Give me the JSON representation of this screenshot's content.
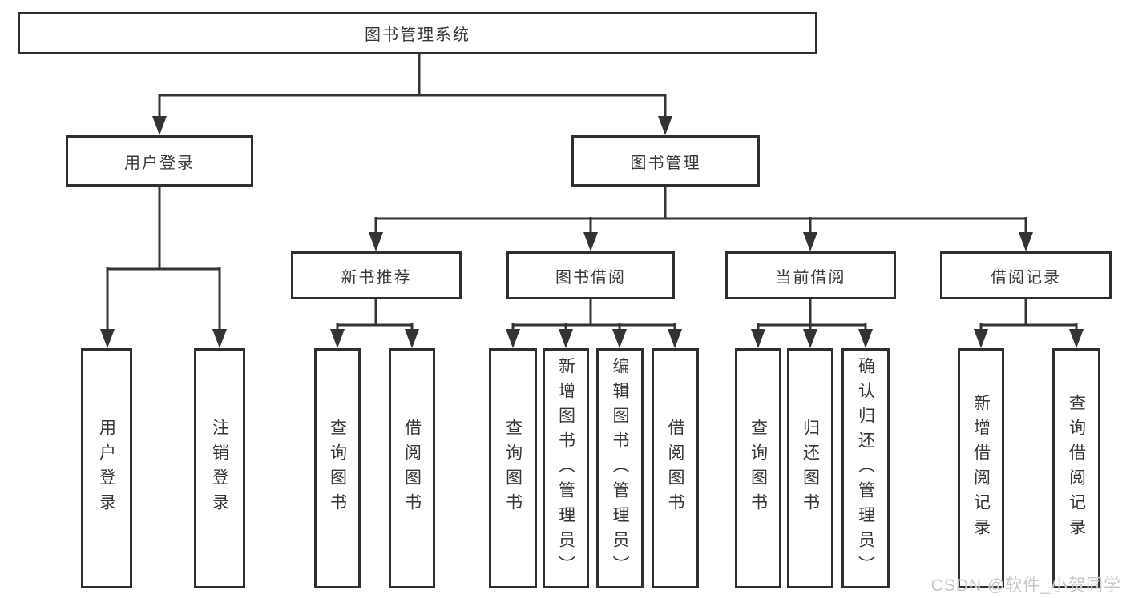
{
  "diagram": {
    "root": "图书管理系统",
    "login_branch": {
      "label": "用户登录",
      "children": [
        "用户登录",
        "注销登录"
      ]
    },
    "management_branch": {
      "label": "图书管理",
      "groups": [
        {
          "label": "新书推荐",
          "children": [
            "查询图书",
            "借阅图书"
          ]
        },
        {
          "label": "图书借阅",
          "children": [
            "查询图书",
            "新增图书（管理员）",
            "编辑图书（管理员）",
            "借阅图书"
          ]
        },
        {
          "label": "当前借阅",
          "children": [
            "查询图书",
            "归还图书",
            "确认归还（管理员）"
          ]
        },
        {
          "label": "借阅记录",
          "children": [
            "新增借阅记录",
            "查询借阅记录"
          ]
        }
      ]
    }
  },
  "watermark": "CSDN @软件_小贺同学",
  "colors": {
    "line": "#333333",
    "border": "#2e2f33",
    "text": "#35373d",
    "watermark": "#c7c7c7",
    "background": "#ffffff"
  }
}
